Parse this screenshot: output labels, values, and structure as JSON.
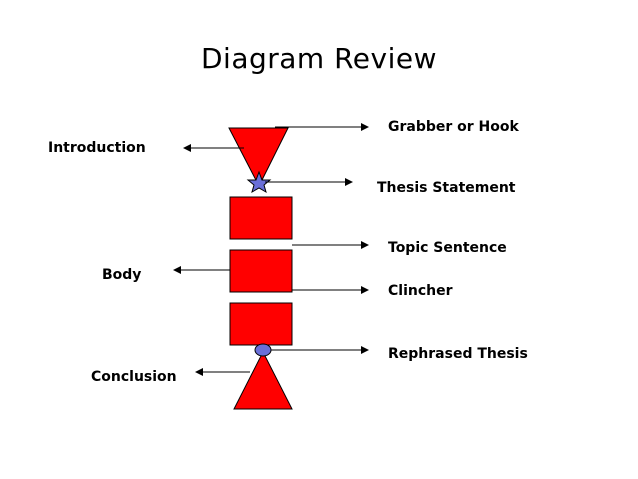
{
  "title": "Diagram Review",
  "left_labels": {
    "introduction": "Introduction",
    "body": "Body",
    "conclusion": "Conclusion"
  },
  "right_labels": {
    "grabber": "Grabber or Hook",
    "thesis": "Thesis Statement",
    "topic": "Topic Sentence",
    "clincher": "Clincher",
    "rephrased": "Rephrased Thesis"
  },
  "colors": {
    "shape_fill": "#ff0000",
    "shape_stroke": "#000000",
    "thesis_marker": "#6a6fd8",
    "arrow": "#000000"
  }
}
